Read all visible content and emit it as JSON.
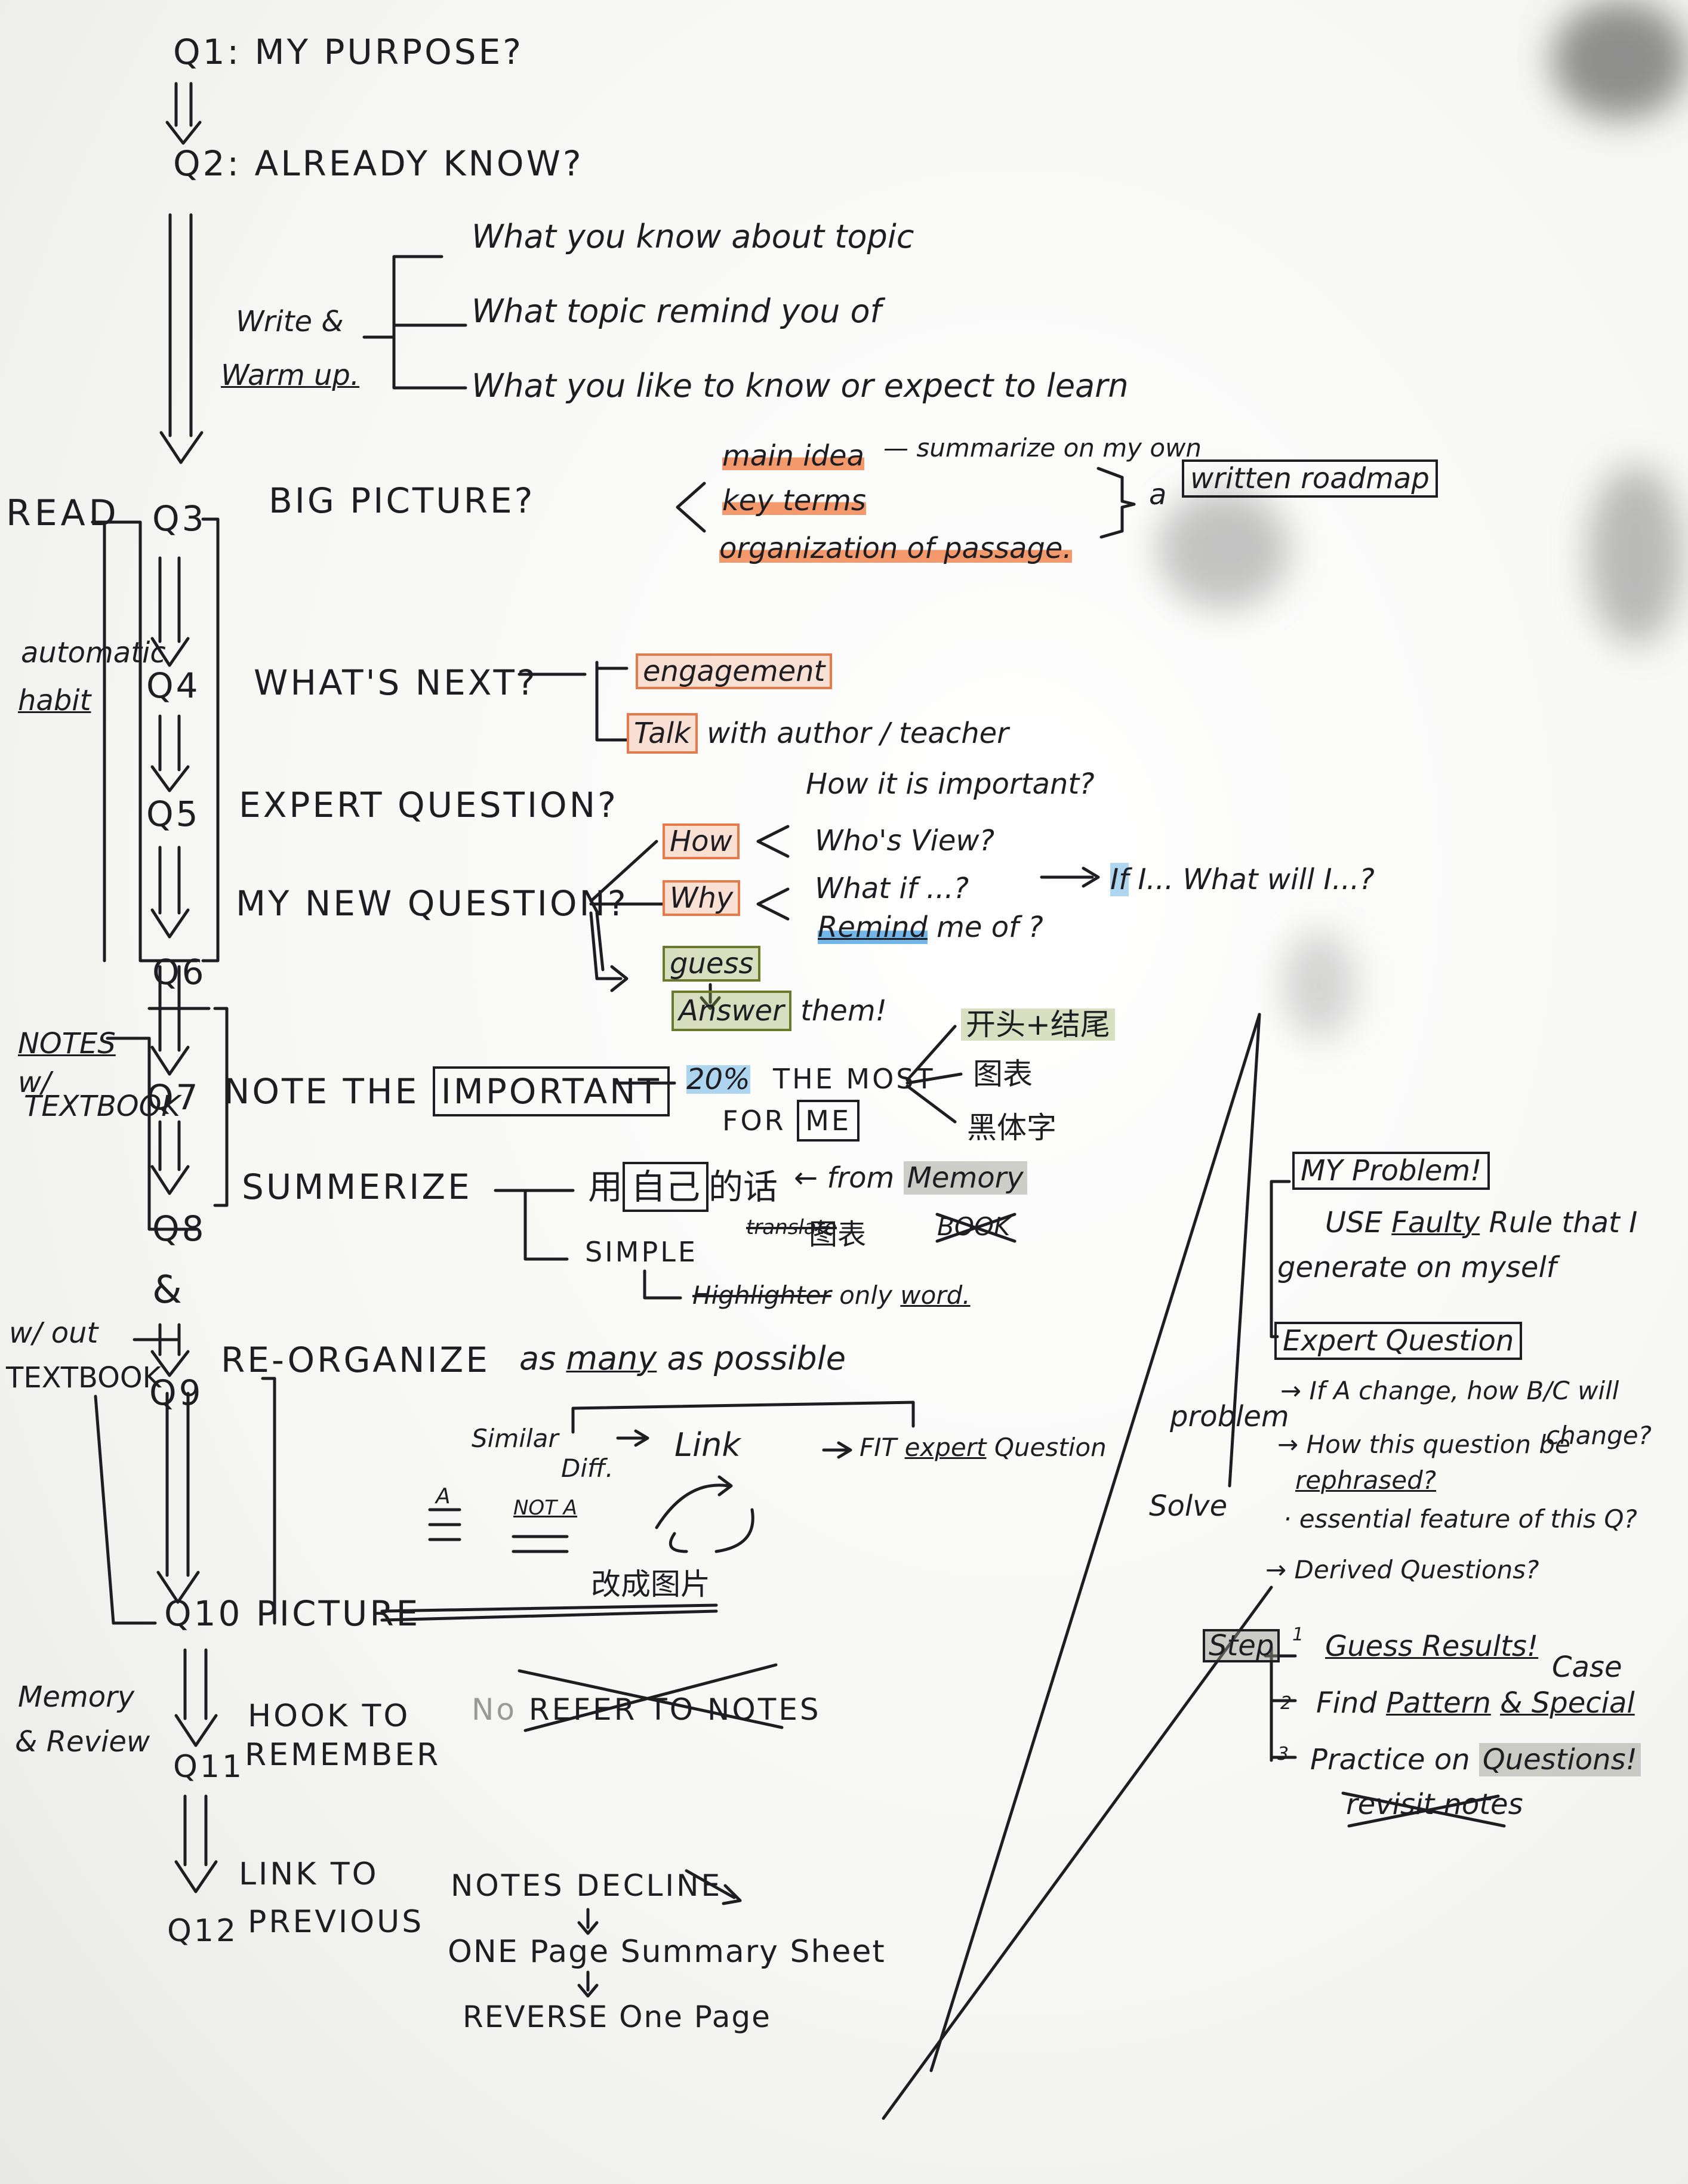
{
  "questions": {
    "q1": {
      "num": "Q1:",
      "title": "MY PURPOSE?"
    },
    "q2": {
      "num": "Q2:",
      "title": "ALREADY KNOW?"
    },
    "q3": {
      "num": "Q3",
      "title": "BIG PICTURE?"
    },
    "q4": {
      "num": "Q4",
      "title": "WHAT'S NEXT?"
    },
    "q5": {
      "num": "Q5",
      "title": "EXPERT QUESTION?"
    },
    "q6": {
      "num": "Q6",
      "title": "MY NEW QUESTION?"
    },
    "q7": {
      "num": "Q7",
      "title": "NOTE THE",
      "boxed": "IMPORTANT"
    },
    "q8": {
      "num": "Q8",
      "title": "SUMMERIZE"
    },
    "q9": {
      "num": "Q9",
      "title": "RE-ORGANIZE"
    },
    "q10": {
      "num": "Q10",
      "title": "PICTURE"
    },
    "q11": {
      "num": "Q11",
      "title_1": "HOOK TO",
      "title_2": "REMEMBER"
    },
    "q12": {
      "num": "Q12",
      "title_1": "LINK TO",
      "title_2": "PREVIOUS"
    }
  },
  "amp": "&",
  "side_labels": {
    "write_warm_1": "Write &",
    "write_warm_2": "Warm up.",
    "read": "READ",
    "automatic": "automatic",
    "habit": "habit",
    "notes": "NOTES",
    "w": "w/",
    "textbook": "TEXTBOOK",
    "w_out": "w/ out",
    "textbook2": "TEXTBOOK",
    "memory": "Memory",
    "review": "& Review"
  },
  "q2_branches": [
    "What you know about topic",
    "What topic remind you of",
    "What you like to know or expect to learn"
  ],
  "q3_branches": {
    "main_idea": "main idea",
    "summarize": "— summarize on my own",
    "key_terms": "key terms",
    "organization": "organization of passage.",
    "a": "a",
    "roadmap": "written roadmap"
  },
  "q4_branches": {
    "engagement": "engagement",
    "talk": "Talk",
    "talk_rest": "with author / teacher"
  },
  "q6_branches": {
    "how": "How",
    "why": "Why",
    "how_1": "How it is important?",
    "how_2": "Who's View?",
    "why_1": "What if ...?",
    "why_2_hl": "Remind",
    "why_2": "me of ?",
    "if_hl": "If",
    "if_rest": "I... What will I...?",
    "guess": "guess",
    "answer": "Answer",
    "them": "them!"
  },
  "q7_branches": {
    "pct": "20%",
    "most": "THE MOST",
    "for": "FOR",
    "me": "ME",
    "c1": "开头+结尾",
    "c2": "图表",
    "c3": "黑体字"
  },
  "q8_branches": {
    "own_words_1": "用",
    "own_words_box": "自己",
    "own_words_2": "的话",
    "from": "← from",
    "memory": "Memory",
    "book": "BOOK",
    "simple": "SIMPLE",
    "translate": "translate",
    "chart": "图表",
    "highlighter": "Highlighter",
    "only": "only",
    "word": "word."
  },
  "q9_branches": {
    "many_1": "as",
    "many_2": "many",
    "many_3": "as possible",
    "similar": "Similar",
    "diff": "Diff.",
    "link": "Link",
    "fit": "FIT",
    "expert": "expert",
    "question": "Question",
    "a": "A",
    "not_a": "NOT A"
  },
  "q10_branch": "改成图片",
  "q11_branch": {
    "no": "No",
    "refer": "REFER TO NOTES"
  },
  "q12_branches": {
    "decline": "NOTES DECLINE",
    "one_page": "ONE Page Summary Sheet",
    "reverse": "REVERSE One Page"
  },
  "right_panel": {
    "problem_box": "MY Problem!",
    "use_1": "USE",
    "faulty": "Faulty",
    "use_2": "Rule that I",
    "generate": "generate on myself",
    "expert_box": "Expert Question",
    "eq_1": "→ If A change, how B/C will",
    "eq_1b": "change?",
    "eq_2": "→ How this question be",
    "eq_2b": "rephrased?",
    "eq_3": "· essential feature of this Q?",
    "eq_4": "→ Derived Questions?",
    "problem_label": "problem",
    "solve_label": "Solve",
    "step": "Step",
    "s1_num": "1",
    "s1": "Guess Results!",
    "s2_num": "2",
    "s2a": "Find",
    "s2b": "Pattern",
    "s2c": "& Special",
    "s2d": "Case",
    "s3_num": "3",
    "s3a": "Practice on",
    "s3b": "Questions!",
    "s3c": "revisit notes"
  }
}
